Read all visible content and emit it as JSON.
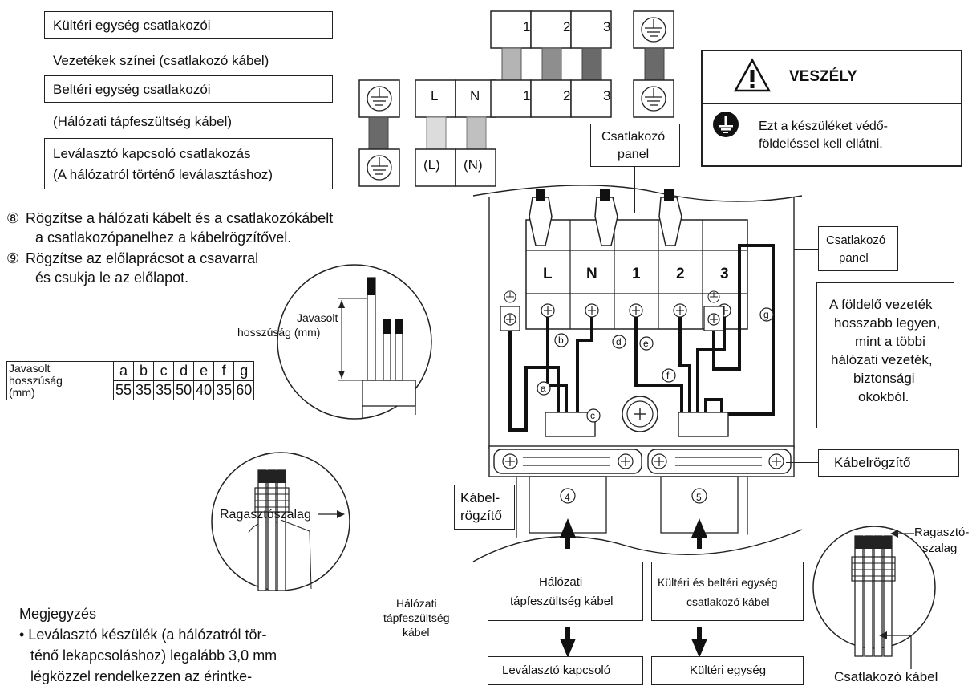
{
  "legend": {
    "outdoor_terminals": "Kültéri egység csatlakozói",
    "wire_colors": "Vezetékek színei (csatlakozó kábel)",
    "indoor_terminals": "Beltéri egység csatlakozói",
    "mains_cable": "(Hálózati tápfeszültség kábel)",
    "disconnect_line1": "Leválasztó kapcsoló csatlakozás",
    "disconnect_line2": "(A hálózatról történő leválasztáshoz)"
  },
  "terminals": {
    "outdoor": [
      "1",
      "2",
      "3"
    ],
    "indoor": [
      "L",
      "N",
      "1",
      "2",
      "3"
    ],
    "switch": [
      "(L)",
      "(N)"
    ]
  },
  "danger": {
    "title": "VESZÉLY",
    "line1": "Ezt a készüléket védő-",
    "line2": "földeléssel kell ellátni."
  },
  "steps": {
    "s8_num": "⑧",
    "s8_line1": "Rögzítse a hálózati kábelt és a csatlakozókábelt",
    "s8_line2": "a csatlakozópanelhez a kábelrögzítővel.",
    "s9_num": "⑨",
    "s9_line1": "Rögzítse az előlaprácsot a csavarral",
    "s9_line2": "és csukja le az előlapot."
  },
  "strip": {
    "line1": "Javasolt",
    "line2": "hosszúság (mm)"
  },
  "length_table": {
    "header_line1": "Javasolt",
    "header_line2": "hosszúság",
    "header_line3": "(mm)",
    "letters": [
      "a",
      "b",
      "c",
      "d",
      "e",
      "f",
      "g"
    ],
    "values": [
      "55",
      "35",
      "35",
      "50",
      "40",
      "35",
      "60"
    ]
  },
  "tape_left": "Ragasztószalag",
  "mains_cable_left": {
    "l1": "Hálózati",
    "l2": "tápfeszültség",
    "l3": "kábel"
  },
  "panel_top": {
    "l1": "Csatlakozó",
    "l2": "panel"
  },
  "panel_right": {
    "l1": "Csatlakozó",
    "l2": "panel"
  },
  "earth_note": {
    "l1": "A földelő vezeték",
    "l2": "hosszabb legyen,",
    "l3": "mint a többi",
    "l4": "hálózati vezeték,",
    "l5": "biztonsági",
    "l6": "okokból."
  },
  "panel_terminals": [
    "L",
    "N",
    "1",
    "2",
    "3"
  ],
  "wire_labels": [
    "a",
    "b",
    "c",
    "d",
    "e",
    "f",
    "g"
  ],
  "clamp_right": "Kábelrögzítő",
  "clamp_left": {
    "l1": "Kábel-",
    "l2": "rögzítő"
  },
  "cable_labels": {
    "c4": "4",
    "c5": "5"
  },
  "mains_box": {
    "l1": "Hálózati",
    "l2": "tápfeszültség kábel"
  },
  "link_box": {
    "l1": "Kültéri és beltéri egység",
    "l2": "csatlakozó kábel"
  },
  "disconnect_box": "Leválasztó kapcsoló",
  "outdoor_box": "Kültéri egység",
  "tape_right": {
    "l1": "Ragasztó-",
    "l2": "szalag"
  },
  "conn_cable": "Csatlakozó kábel",
  "note": {
    "title": "Megjegyzés",
    "l1": "• Leválasztó készülék (a hálózatról tör-",
    "l2": "ténő lekapcsoláshoz) legalább 3,0 mm",
    "l3": "légközzel rendelkezzen az érintke-"
  },
  "colors": {
    "wire_grey_light": "#c8c8c8",
    "wire_grey_mid": "#9a9a9a",
    "wire_dark": "#6a6a6a"
  }
}
